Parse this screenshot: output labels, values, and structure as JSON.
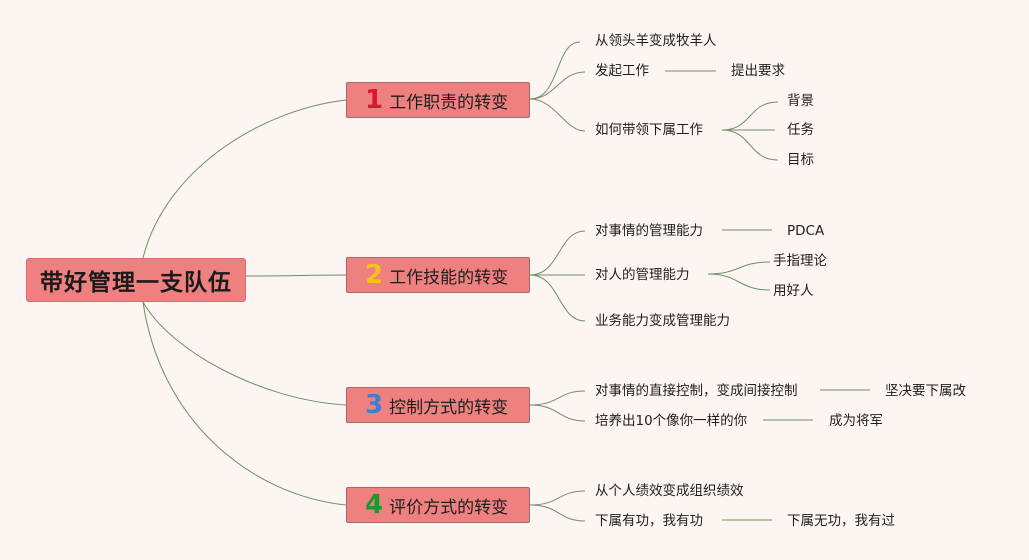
{
  "colors": {
    "background": "#fdf5f2",
    "node_fill": "#ef8080",
    "connector": "#6f8f6b",
    "num1": "#e0142a",
    "num2": "#f6c21e",
    "num3": "#3a7fd6",
    "num4": "#1a9a2e"
  },
  "root": {
    "label": "带好管理一支队伍"
  },
  "branches": [
    {
      "number": "1",
      "label": "工作职责的转变",
      "items": [
        {
          "label": "从领头羊变成牧羊人"
        },
        {
          "label": "发起工作",
          "child": "提出要求"
        },
        {
          "label": "如何带领下属工作",
          "children": [
            "背景",
            "任务",
            "目标"
          ]
        }
      ]
    },
    {
      "number": "2",
      "label": "工作技能的转变",
      "items": [
        {
          "label": "对事情的管理能力",
          "child": "PDCA"
        },
        {
          "label": "对人的管理能力",
          "children": [
            "手指理论",
            "用好人"
          ]
        },
        {
          "label": "业务能力变成管理能力"
        }
      ]
    },
    {
      "number": "3",
      "label": "控制方式的转变",
      "items": [
        {
          "label": "对事情的直接控制，变成间接控制",
          "child": "坚决要下属改"
        },
        {
          "label": "培养出10个像你一样的你",
          "child": "成为将军"
        }
      ]
    },
    {
      "number": "4",
      "label": "评价方式的转变",
      "items": [
        {
          "label": "从个人绩效变成组织绩效"
        },
        {
          "label": "下属有功，我有功",
          "child": "下属无功，我有过"
        }
      ]
    }
  ]
}
